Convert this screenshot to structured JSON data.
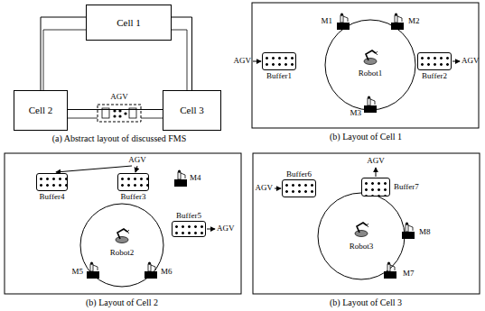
{
  "diagram": {
    "nodes": [
      {
        "text": [
          "Cell 1"
        ]
      },
      {
        "text": [
          "Cell 2"
        ]
      },
      {
        "text": [
          "Cell 3"
        ]
      },
      {
        "text": [
          "Buffer1"
        ]
      },
      {
        "text": [
          "Buffer2"
        ]
      },
      {
        "text": [
          "Buffer4"
        ]
      },
      {
        "text": [
          "Buffer3"
        ]
      },
      {
        "text": [
          "Buffer5"
        ]
      },
      {
        "text": [
          "Buffer6"
        ]
      },
      {
        "text": [
          "Buffer7"
        ]
      }
    ],
    "edges": [
      {
        "from": 0,
        "to": 1,
        "arrow": "none"
      },
      {
        "from": 0,
        "to": 2,
        "arrow": "none"
      },
      {
        "from": 1,
        "to": 2,
        "arrow": "none"
      }
    ],
    "labels": [
      "AGV",
      "(a) Abstract layout of discussed FMS",
      "M1",
      "M2",
      "Robot1",
      "M3",
      "AGV",
      "AGV",
      "(b) Layout of Cell 1",
      "AGV",
      "M4",
      "Robot2",
      "AGV",
      "M5",
      "M6",
      "(b) Layout of Cell 2",
      "AGV",
      "AGV",
      "Robot3",
      "M8",
      "M7",
      "(b) Layout of Cell 3"
    ]
  }
}
